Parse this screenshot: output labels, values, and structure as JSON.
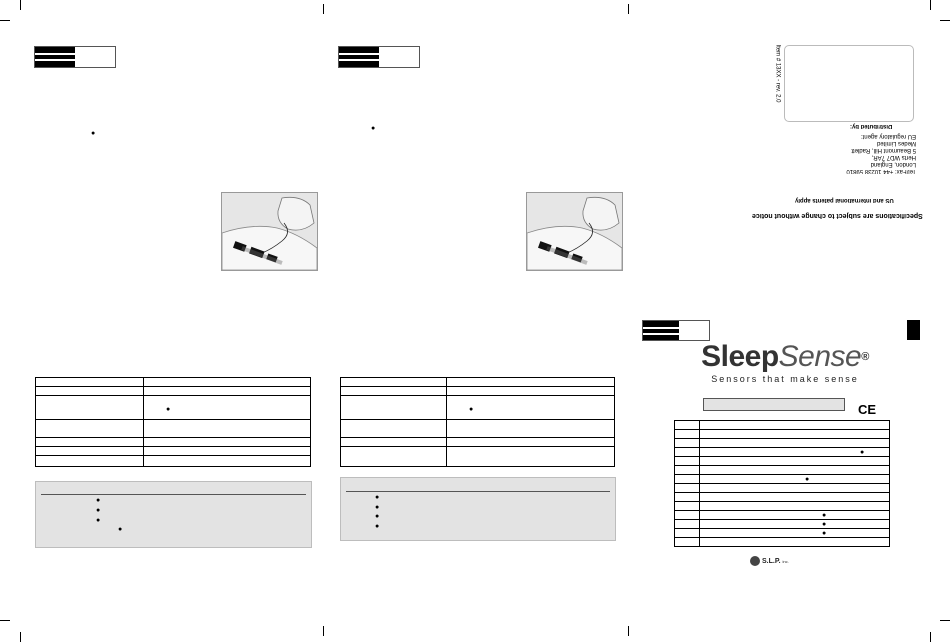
{
  "back_cover": {
    "distributed_by": "Distributed by:",
    "item_code": "Item # 13XX - rev. 2.0",
    "eu_agent_lines": [
      "EU regulatory agent:",
      "Medes Limited",
      "5 Beaumont Hill, Radlett",
      "Herts WD7 7AR,",
      "London, England",
      "Tel/Fax: +44 10238 59810"
    ],
    "patents": "US and international patents apply",
    "specs_notice": "Specifications are subject to change without notice",
    "logo_sleep": "Sleep",
    "logo_sense": "Sense",
    "logo_registered": "®",
    "tagline": "Sensors that make sense",
    "ce_mark": "CE",
    "slp_brand": "S.L.P.",
    "slp_suffix": "inc."
  },
  "colors": {
    "illustration_bg": "#e6e6e6",
    "gray_panel": "#e3e3e3",
    "logo_text": "#333333"
  }
}
